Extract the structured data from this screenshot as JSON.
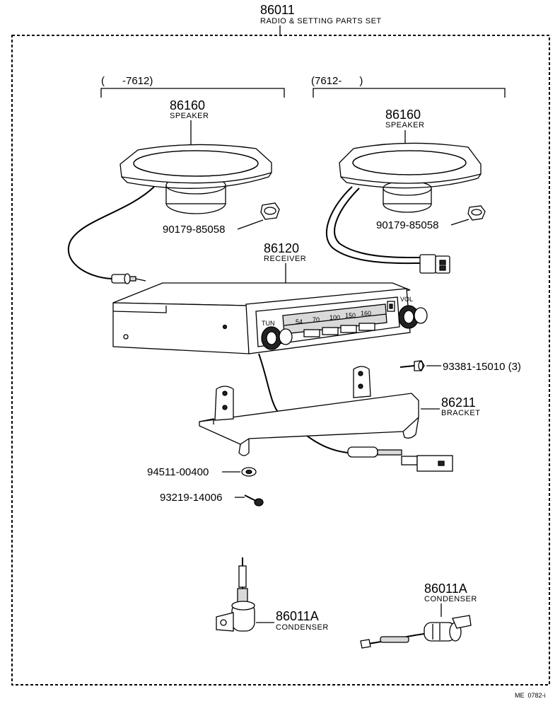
{
  "set": {
    "part_no": "86011",
    "name": "RADIO & SETTING PARTS SET"
  },
  "ranges": {
    "left": "(      -7612)",
    "right": "(7612-      )"
  },
  "speaker_left": {
    "part_no": "86160",
    "name": "SPEAKER"
  },
  "speaker_right": {
    "part_no": "86160",
    "name": "SPEAKER"
  },
  "nut_left": {
    "part_no": "90179-85058"
  },
  "nut_right": {
    "part_no": "90179-85058"
  },
  "receiver": {
    "part_no": "86120",
    "name": "RECEIVER",
    "dial_marks": [
      "54",
      "70",
      "100",
      "150",
      "160"
    ],
    "knob_labels": [
      "TUN",
      "VOL"
    ]
  },
  "screw": {
    "part_no": "93381-15010 (3)"
  },
  "bracket": {
    "part_no": "86211",
    "name": "BRACKET"
  },
  "washer": {
    "part_no": "94511-00400"
  },
  "bolt": {
    "part_no": "93219-14006"
  },
  "condenser_left": {
    "part_no": "86011A",
    "name": "CONDENSER"
  },
  "condenser_right": {
    "part_no": "86011A",
    "name": "CONDENSER"
  },
  "footer": {
    "code": "ME  0782-i"
  }
}
